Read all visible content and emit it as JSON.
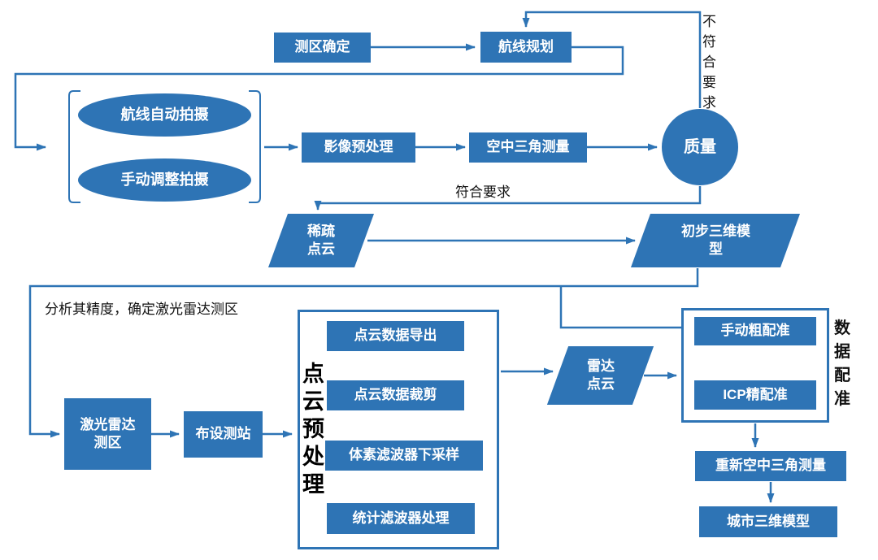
{
  "colors": {
    "primary": "#2E74B5",
    "text": "#111111",
    "node_text": "#ffffff"
  },
  "nodes": {
    "survey_area": "测区确定",
    "route_planning": "航线规划",
    "auto_capture": "航线自动拍摄",
    "manual_capture": "手动调整拍摄",
    "image_preprocessing": "影像预处理",
    "aerial_triangulation": "空中三角测量",
    "quality": "质量",
    "sparse_cloud": "稀疏\n点云",
    "prelim_model": "初步三维模\n型",
    "lidar_area": "激光雷达\n测区",
    "station_setup": "布设测站",
    "preprocess_group": "点云预处理",
    "cloud_export": "点云数据导出",
    "cloud_crop": "点云数据裁剪",
    "voxel_filter": "体素滤波器下采样",
    "stat_filter": "统计滤波器处理",
    "radar_cloud": "雷达\n点云",
    "coarse_registration": "手动粗配准",
    "icp_registration": "ICP精配准",
    "registration_group": "数据配准",
    "re_triangulation": "重新空中三角测量",
    "city_model": "城市三维模型"
  },
  "labels": {
    "not_meet": "不符合要求",
    "meet": "符合要求",
    "analyze": "分析其精度，确定激光雷达测区"
  }
}
